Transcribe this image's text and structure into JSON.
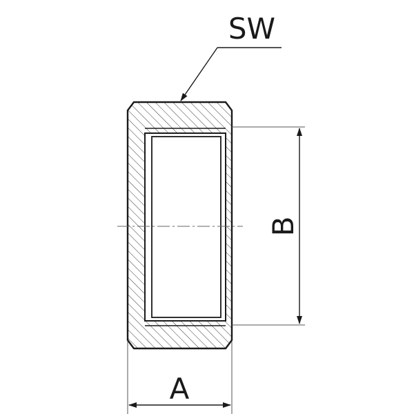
{
  "labels": {
    "sw": "SW",
    "a": "A",
    "b": "B"
  },
  "colors": {
    "line": "#1a1a1a",
    "hatch": "#3a3a3a",
    "dim_line": "#555555",
    "background": "#ffffff"
  }
}
